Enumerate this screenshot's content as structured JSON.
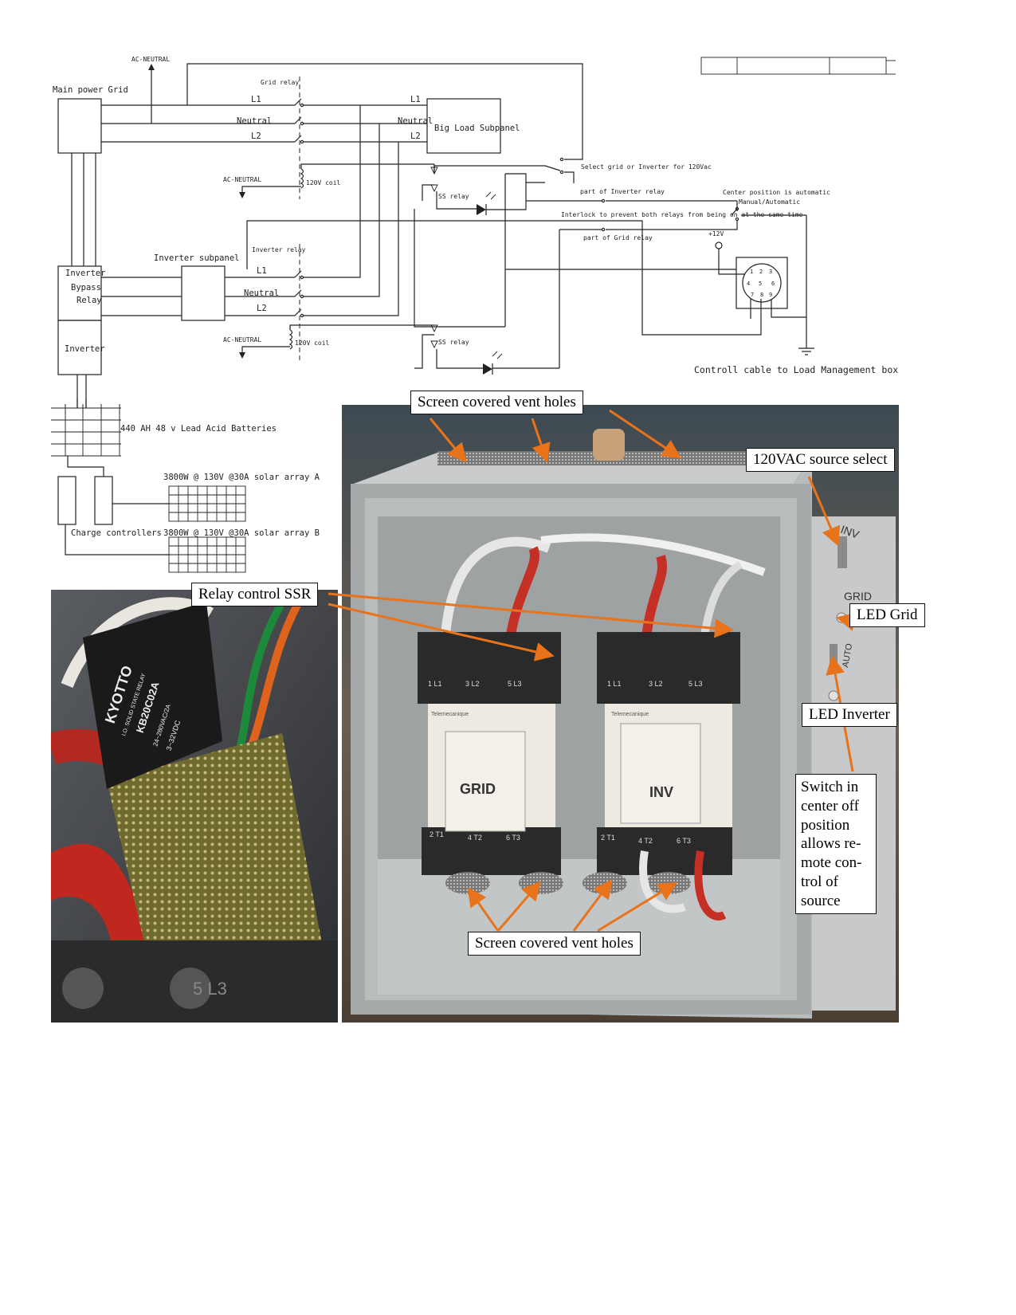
{
  "schematic": {
    "ac_neutral_top": "AC-NEUTRAL",
    "main_power_grid": "Main power Grid",
    "grid_relay": "Grid relay",
    "l1": "L1",
    "neutral": "Neutral",
    "l2": "L2",
    "big_load_subpanel": "Big Load Subpanel",
    "select_grid_inverter": "Select grid or Inverter for 120Vac",
    "ac_neutral_coil_a": "AC-NEUTRAL",
    "coil_120v": "120V coil",
    "ss_relay": "SS relay",
    "part_of_inverter_relay": "part of Inverter relay",
    "center_position": "Center position is automatic",
    "manual_automatic": "Manual/Automatic",
    "interlock": "Interlock to prevent both relays from being on at the same time",
    "part_of_grid_relay": "part of Grid relay",
    "plus_12v": "+12V",
    "inverter_subpanel": "Inverter subpanel",
    "inverter_relay": "Inverter relay",
    "inverter_bypass_1": "Inverter",
    "inverter_bypass_2": "Bypass",
    "inverter_bypass_3": "Relay",
    "inverter": "Inverter",
    "ac_neutral_coil_b": "AC-NEUTRAL",
    "control_cable": "Controll cable to Load Management box",
    "batteries": "440 AH 48 v Lead Acid Batteries",
    "solar_a": "3800W @ 130V @30A solar array A",
    "solar_b": "3800W @ 130V @30A solar array B",
    "charge_controllers": "Charge controllers",
    "connector_pins": [
      "1",
      "2",
      "3",
      "4",
      "5",
      "6",
      "7",
      "8",
      "9"
    ]
  },
  "photos": {
    "ssr_brand": "KYOTTO",
    "ssr_type": "I.O. SOLID STATE RELAY",
    "ssr_model": "KB20C02A",
    "ssr_rating_ac": "24~280VAC/2A",
    "ssr_rating_dc": "3~32VDC",
    "contactor_grid": "GRID",
    "contactor_inv": "INV",
    "term_1l1": "1 L1",
    "term_3l2": "3 L2",
    "term_5l3": "5 L3",
    "term_2t1": "2 T1",
    "term_4t2": "4 T2",
    "term_6t3": "6 T3",
    "maker": "Telemecanique",
    "ssr_closeup_terms": "5 L3",
    "panel_inv": "INV",
    "panel_grid": "GRID",
    "panel_auto": "AUTO"
  },
  "callouts": {
    "vent_top": "Screen covered vent holes",
    "source_select": "120VAC source select",
    "relay_ssr": "Relay control SSR",
    "led_grid": "LED Grid",
    "led_inverter": "LED Inverter",
    "switch_note": "Switch in center off position allows re-mote con-trol of source",
    "vent_bottom": "Screen covered vent holes"
  },
  "colors": {
    "arrow": "#e8731a",
    "box_gray": "#b9bcbd",
    "contactor_black": "#2a2a2a",
    "pcb": "#6b6a2c"
  }
}
